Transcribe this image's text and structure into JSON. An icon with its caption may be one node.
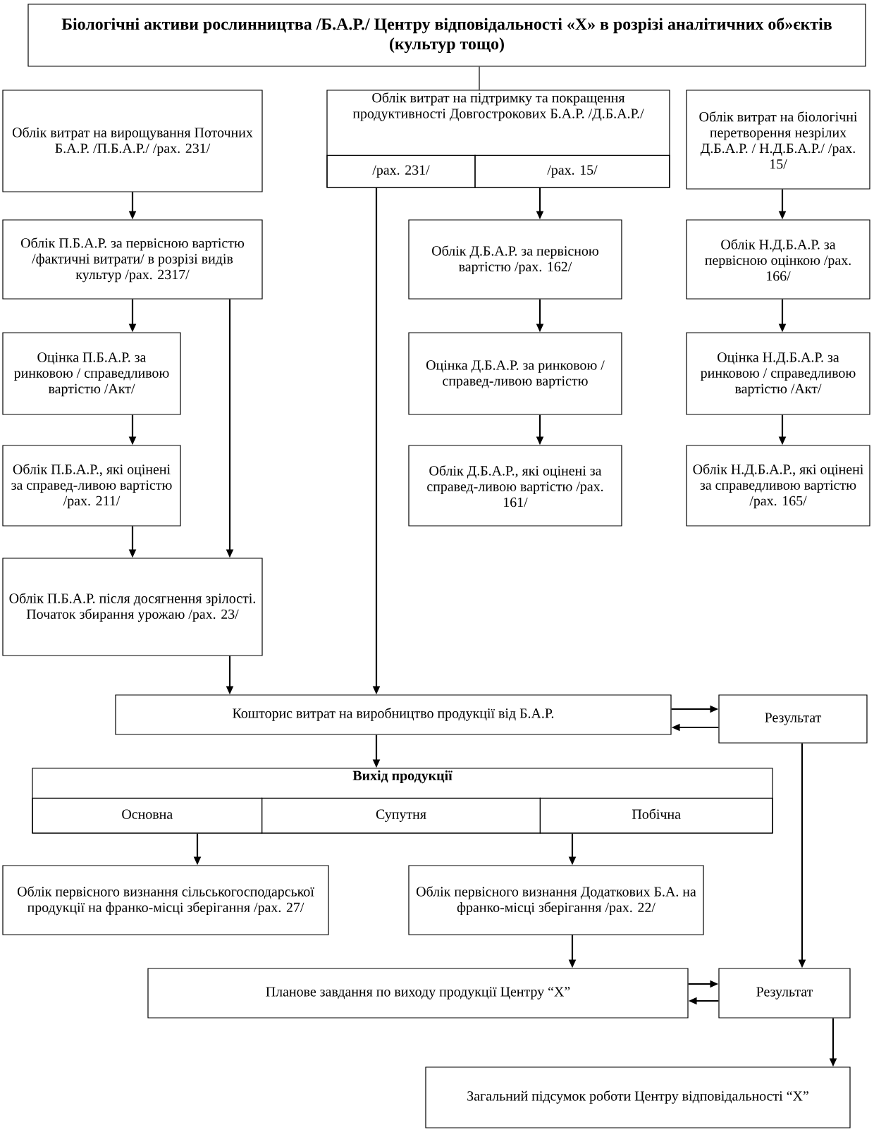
{
  "diagram": {
    "nodes": [
      {
        "text": [
          "Біологічні активи рослинництва /Б.А.Р./ Центру відповідальності «Х» в розрізі аналітичних об»єктів (культур тощо)"
        ]
      },
      {
        "text": [
          "Облік витрат на вирощування Поточних Б.А.Р. /П.Б.А.Р./ /рах. 231/"
        ]
      },
      {
        "text": [
          "Облік витрат на підтримку та покращення продуктивності Довгострокових Б.А.Р. /Д.Б.А.Р./"
        ]
      },
      {
        "text": [
          "/рах. 231/"
        ],
        "in": 2
      },
      {
        "text": [
          "/рах. 15/"
        ],
        "in": 2
      },
      {
        "text": [
          "Облік витрат на біологічні перетворення незрілих Д.Б.А.Р. / Н.Д.Б.А.Р./ /рах. 15/"
        ]
      },
      {
        "text": [
          "Облік П.Б.А.Р. за первісною вартістю /фактичні витрати/ в розрізі видів культур /рах. 2317/"
        ]
      },
      {
        "text": [
          "Оцінка П.Б.А.Р. за ринковою / справедливою вартістю /Акт/"
        ]
      },
      {
        "text": [
          "Облік П.Б.А.Р., які оцінені за справед-ливою вартістю /рах. 211/"
        ]
      },
      {
        "text": [
          "Облік П.Б.А.Р. після досягнення зрілості. Початок збирання урожаю /рах. 23/"
        ]
      },
      {
        "text": [
          "Облік Д.Б.А.Р. за первісною вартістю /рах. 162/"
        ]
      },
      {
        "text": [
          "Оцінка Д.Б.А.Р. за ринковою / справед-ливою вартістю"
        ]
      },
      {
        "text": [
          "Облік Д.Б.А.Р., які оцінені за справед-ливою вартістю /рах. 161/"
        ]
      },
      {
        "text": [
          "Облік Н.Д.Б.А.Р. за первісною оцінкою /рах. 166/"
        ]
      },
      {
        "text": [
          "Оцінка Н.Д.Б.А.Р. за ринковою / справедливою вартістю /Акт/"
        ]
      },
      {
        "text": [
          "Облік Н.Д.Б.А.Р., які оцінені за справедливою вартістю /рах. 165/"
        ]
      },
      {
        "text": [
          "Кошторис витрат на виробництво продукції від Б.А.Р."
        ]
      },
      {
        "text": [
          "Результат"
        ]
      },
      {
        "text": [
          "Вихід продукції"
        ]
      },
      {
        "text": [
          "Основна"
        ],
        "in": 18
      },
      {
        "text": [
          "Супутня"
        ],
        "in": 18
      },
      {
        "text": [
          "Побічна"
        ],
        "in": 18
      },
      {
        "text": [
          "Облік первісного визнання сільськогосподарської продукції на франко-місці зберігання /рах. 27/"
        ]
      },
      {
        "text": [
          "Облік первісного визнання Додаткових Б.А. на франко-місці зберігання /рах. 22/"
        ]
      },
      {
        "text": [
          "Планове завдання по виходу продукції Центру “X”"
        ]
      },
      {
        "text": [
          "Результат"
        ]
      },
      {
        "text": [
          "Загальний підсумок роботи Центру відповідальності “X”"
        ]
      }
    ],
    "edges": [
      {
        "from": 0,
        "to": 2,
        "arrow": "none"
      },
      {
        "from": 1,
        "to": 6,
        "arrow": "to"
      },
      {
        "from": 6,
        "to": 7,
        "arrow": "to"
      },
      {
        "from": 7,
        "to": 8,
        "arrow": "to"
      },
      {
        "from": 8,
        "to": 9,
        "arrow": "to"
      },
      {
        "from": 6,
        "to": 9,
        "arrow": "to"
      },
      {
        "from": 3,
        "to": 16,
        "arrow": "to"
      },
      {
        "from": 4,
        "to": 10,
        "arrow": "to"
      },
      {
        "from": 10,
        "to": 11,
        "arrow": "to"
      },
      {
        "from": 11,
        "to": 12,
        "arrow": "to"
      },
      {
        "from": 5,
        "to": 13,
        "arrow": "to"
      },
      {
        "from": 13,
        "to": 14,
        "arrow": "to"
      },
      {
        "from": 14,
        "to": 15,
        "arrow": "to"
      },
      {
        "from": 9,
        "to": 16,
        "arrow": "to"
      },
      {
        "from": 16,
        "to": 17,
        "arrow": "to"
      },
      {
        "from": 17,
        "to": 16,
        "arrow": "to"
      },
      {
        "from": 16,
        "to": 18,
        "arrow": "to"
      },
      {
        "from": 19,
        "to": 22,
        "arrow": "to"
      },
      {
        "from": 21,
        "to": 23,
        "arrow": "to"
      },
      {
        "from": 17,
        "to": 25,
        "arrow": "to"
      },
      {
        "from": 23,
        "to": 24,
        "arrow": "to"
      },
      {
        "from": 24,
        "to": 25,
        "arrow": "to"
      },
      {
        "from": 25,
        "to": 24,
        "arrow": "to"
      },
      {
        "from": 25,
        "to": 26,
        "arrow": "to"
      }
    ]
  }
}
